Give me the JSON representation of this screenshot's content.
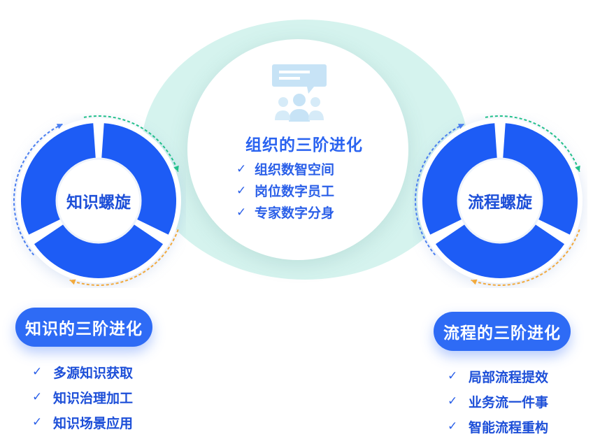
{
  "center": {
    "title": "组织的三阶进化",
    "items": [
      "组织数智空间",
      "岗位数字员工",
      "专家数字分身"
    ],
    "icon": "team-chat-icon"
  },
  "left": {
    "ring_label": "知识螺旋",
    "pill": "知识的三阶进化",
    "items": [
      "多源知识获取",
      "知识治理加工",
      "知识场景应用"
    ]
  },
  "right": {
    "ring_label": "流程螺旋",
    "pill": "流程的三阶进化",
    "items": [
      "局部流程提效",
      "业务流一件事",
      "智能流程重构"
    ]
  },
  "colors": {
    "primary_blue": "#2e6bf5",
    "ring_blue": "#1d5cf5",
    "teal_backdrop": "#d5f3ee",
    "arrow_blue": "#4a7ef0",
    "arrow_green": "#22c08a",
    "arrow_orange": "#f2a93b"
  },
  "check_mark": "✓"
}
